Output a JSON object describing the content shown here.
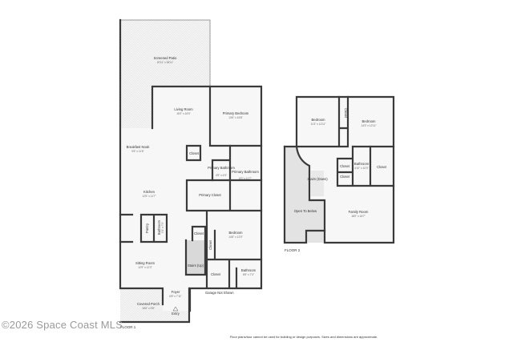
{
  "floor1": {
    "label": "FLOOR 1",
    "rooms": [
      {
        "name": "Screened Patio",
        "dim": "20'11\" x 38'11\""
      },
      {
        "name": "Living Room",
        "dim": "15'2\" x 16'0\""
      },
      {
        "name": "Primary Bedroom",
        "dim": "13'6\" x 16'8\""
      },
      {
        "name": "Breakfast Nook",
        "dim": "9'6\" x 11'6\""
      },
      {
        "name": "Closet",
        "dim": ""
      },
      {
        "name": "Primary Bathroom",
        "dim": "4'9\" x 4'5\""
      },
      {
        "name": "Primary Bathroom",
        "dim": "8'0\" x 11'7\""
      },
      {
        "name": "Kitchen",
        "dim": "12'6\" x 11'7\""
      },
      {
        "name": "Primary Closet",
        "dim": ""
      },
      {
        "name": "Pantry",
        "dim": ""
      },
      {
        "name": "Bathroom",
        "dim": "5'1\" x 7'9\""
      },
      {
        "name": "Closet",
        "dim": ""
      },
      {
        "name": "Closet",
        "dim": ""
      },
      {
        "name": "Bedroom",
        "dim": "14'6\" x 12'0\""
      },
      {
        "name": "Sitting Room",
        "dim": "12'9\" x 12'3\""
      },
      {
        "name": "Stairs (Up)",
        "dim": ""
      },
      {
        "name": "Closet",
        "dim": ""
      },
      {
        "name": "Bathroom",
        "dim": "8'5\" x 7'3\""
      },
      {
        "name": "Foyer",
        "dim": "6'8\" x 7'11\""
      },
      {
        "name": "Garage Not Shown",
        "dim": ""
      },
      {
        "name": "Covered Porch",
        "dim": "16'6\" x 9'8\""
      },
      {
        "name": "Entry",
        "dim": ""
      }
    ]
  },
  "floor2": {
    "label": "FLOOR 2",
    "rooms": [
      {
        "name": "Bedroom",
        "dim": "11'3\" x 12'11\""
      },
      {
        "name": "Closet",
        "dim": ""
      },
      {
        "name": "Bedroom",
        "dim": "14'3\" x 12'11\""
      },
      {
        "name": "Closet",
        "dim": ""
      },
      {
        "name": "Bathroom",
        "dim": "4'10\" x 10'3\""
      },
      {
        "name": "Closet",
        "dim": ""
      },
      {
        "name": "Closet",
        "dim": ""
      },
      {
        "name": "Stairs (Down)",
        "dim": ""
      },
      {
        "name": "Open To Below",
        "dim": ""
      },
      {
        "name": "Family Room",
        "dim": "18'0\" x 16'7\""
      }
    ]
  },
  "disclaimer": "Floor plans/tour cannot be used for building or design purposes. Sizes and dimensions are approximate.",
  "watermark": "©2026 Space Coast MLS"
}
